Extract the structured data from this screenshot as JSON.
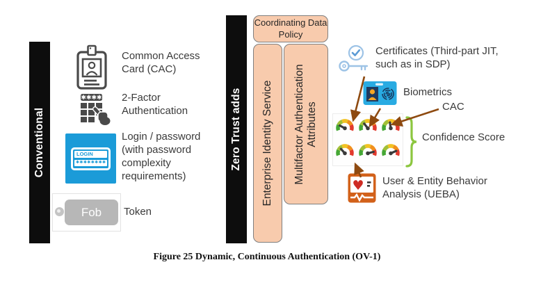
{
  "figure": {
    "caption": "Figure 25 Dynamic, Continuous Authentication (OV-1)"
  },
  "bars": {
    "conventional_label": "Conventional",
    "zero_trust_label": "Zero Trust adds"
  },
  "policy_boxes": {
    "coordinating_label": "Coordinating Data Policy",
    "enterprise_label": "Enterprise Identity Service",
    "multifactor_label": "Multifactor Authentication Attributes"
  },
  "conventional_items": [
    {
      "icon": "cac-id-card",
      "label": "Common Access Card (CAC)"
    },
    {
      "icon": "keypad-2fa",
      "label": "2-Factor Authentication"
    },
    {
      "icon": "login-password",
      "label": "Login / password (with password complexity requirements)"
    },
    {
      "icon": "key-fob",
      "label": "Token"
    }
  ],
  "login_icon": {
    "field_label": "LOGIN",
    "password_mask": "✱✱✱✱✱✱✱✱"
  },
  "keypad_icon": {
    "display": "✱✱✱✱"
  },
  "fob_icon": {
    "label": "Fob"
  },
  "zero_trust_items": {
    "certificates_label": "Certificates (Third-part JIT, such as in SDP)",
    "biometrics_label": "Biometrics",
    "cac_label": "CAC",
    "confidence_label": "Confidence Score",
    "ueba_label": "User & Entity Behavior Analysis (UEBA)"
  },
  "gauges": {
    "grid": "2x3",
    "needle_angles_deg": [
      -62,
      -38,
      -8,
      -42,
      76,
      66
    ]
  },
  "colors": {
    "panel_fill": "#F8CBAD",
    "panel_border": "#7F7F7F",
    "bar_black": "#0D0D0D",
    "arrow_brown": "#8E4A10",
    "brace_green": "#8CC63F",
    "login_blue": "#1B9BD8",
    "biometric_blue": "#29ABE2",
    "ueba_orange": "#C55A11",
    "text_gray": "#3A3A3A"
  }
}
